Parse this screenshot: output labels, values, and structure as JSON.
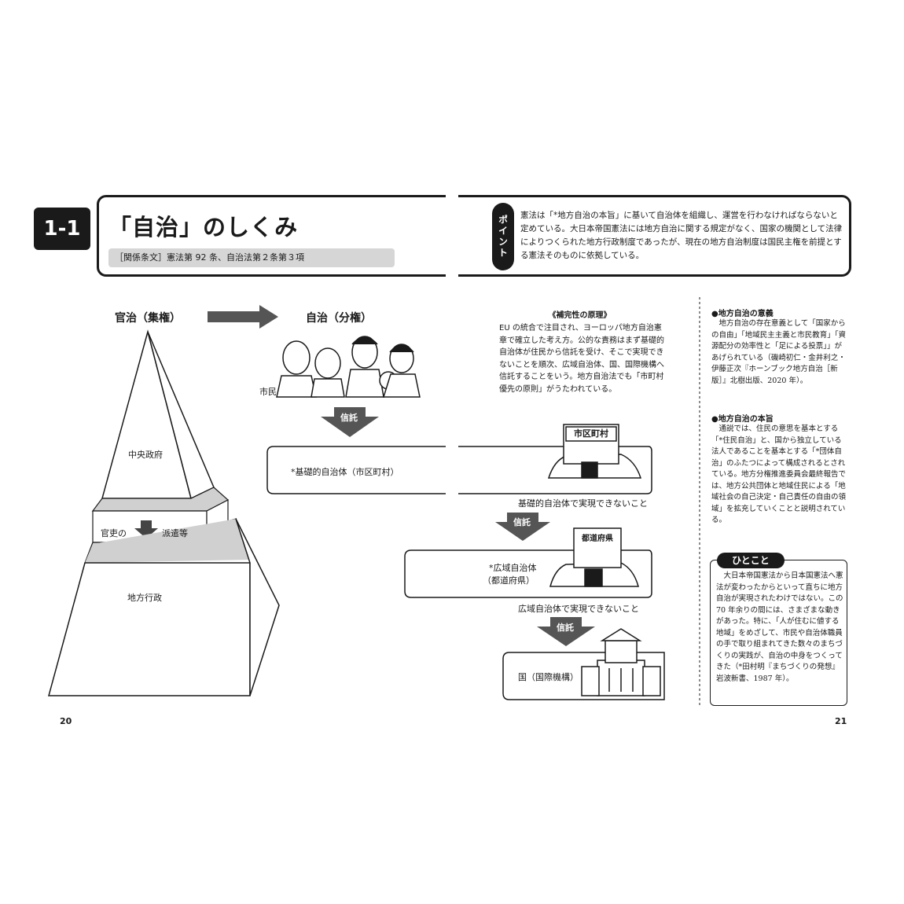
{
  "header": {
    "section_number": "1-1",
    "title": "「自治」のしくみ",
    "related_articles": "［関係条文］憲法第 92 条、自治法第２条第３項",
    "point_badge": "ポイント",
    "point_text": "憲法は「*地方自治の本旨」に基いて自治体を組織し、運営を行わなければならないと定めている。大日本帝国憲法には地方自治に関する規定がなく、国家の機関として法律によりつくられた地方行政制度であったが、現在の地方自治制度は国民主権を前提とする憲法そのものに依拠している。"
  },
  "diagram": {
    "centralized_label": "官治（集権）",
    "autonomy_label": "自治（分権）",
    "central_gov": "中央政府",
    "official_label": "官吏の",
    "dispatch_label": "派遣等",
    "local_admin": "地方行政",
    "citizens": "市民",
    "trust_1": "信託",
    "trust_2": "信託",
    "trust_3": "信託",
    "basic_entity": "*基礎的自治体（市区町村）",
    "basic_fail": "基礎的自治体で実現できないこと",
    "wide_entity_1": "*広域自治体",
    "wide_entity_2": "（都道府県）",
    "wide_fail": "広域自治体で実現できないこと",
    "nation": "国（国際機構）",
    "building_sign_1": "市区町村",
    "building_sign_2": "都道府県"
  },
  "subsidiarity": {
    "heading": "《補完性の原理》",
    "body": "EU の統合で注目され、ヨーロッパ地方自治憲章で確立した考え方。公的な責務はまず基礎的自治体が住民から信託を受け、そこで実現できないことを順次、広域自治体、国、国際機構へ信託することをいう。地方自治法でも「市町村優先の原則」がうたわれている。"
  },
  "sidebar": {
    "sec1_title": "●地方自治の意義",
    "sec1_body": "地方自治の存在意義として「国家からの自由」「地域民主主義と市民教育」「資源配分の効率性と「足による投票」」があげられている（磯崎初仁・金井利之・伊藤正次『ホーンブック地方自治［新版］』北樹出版、2020 年）。",
    "sec2_title": "●地方自治の本旨",
    "sec2_body": "通説では、住民の意思を基本とする「*住民自治」と、国から独立している法人であることを基本とする「*団体自治」のふたつによって構成されるとされている。地方分権推進委員会最終報告では、地方公共団体と地域住民による「地域社会の自己決定・自己責任の自由の領域」を拡充していくことと説明されている。",
    "hito_badge": "ひとこと",
    "hito_body": "大日本帝国憲法から日本国憲法へ憲法が変わったからといって直ちに地方自治が実現されたわけではない。この 70 年余りの間には、さまざまな動きがあった。特に、「人が住むに値する地域」をめざして、市民や自治体職員の手で取り組まれてきた数々のまちづくりの実践が、自治の中身をつくってきた（*田村明『まちづくりの発想』岩波新書、1987 年）。"
  },
  "pages": {
    "left": "20",
    "right": "21"
  }
}
